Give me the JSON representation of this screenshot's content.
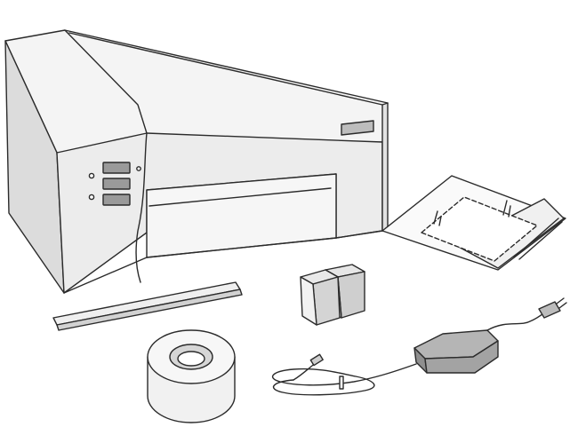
{
  "figure": {
    "kind": "line-art product contents illustration",
    "colors": {
      "line": "#2b2b2b",
      "fill_light": "#f2f2f2",
      "fill_mid": "#d9d9d9",
      "fill_dark": "#9a9a9a",
      "background": "#ffffff"
    }
  },
  "items": [
    {
      "id": "printer",
      "icon": "printer-icon"
    },
    {
      "id": "alignment-strip",
      "icon": "strip-icon"
    },
    {
      "id": "label-roll",
      "icon": "label-roll-icon"
    },
    {
      "id": "ink-cartridges",
      "icon": "ink-cartridge-icon"
    },
    {
      "id": "power-adapter",
      "icon": "power-adapter-icon"
    },
    {
      "id": "document-sleeve",
      "icon": "document-sleeve-icon"
    }
  ]
}
